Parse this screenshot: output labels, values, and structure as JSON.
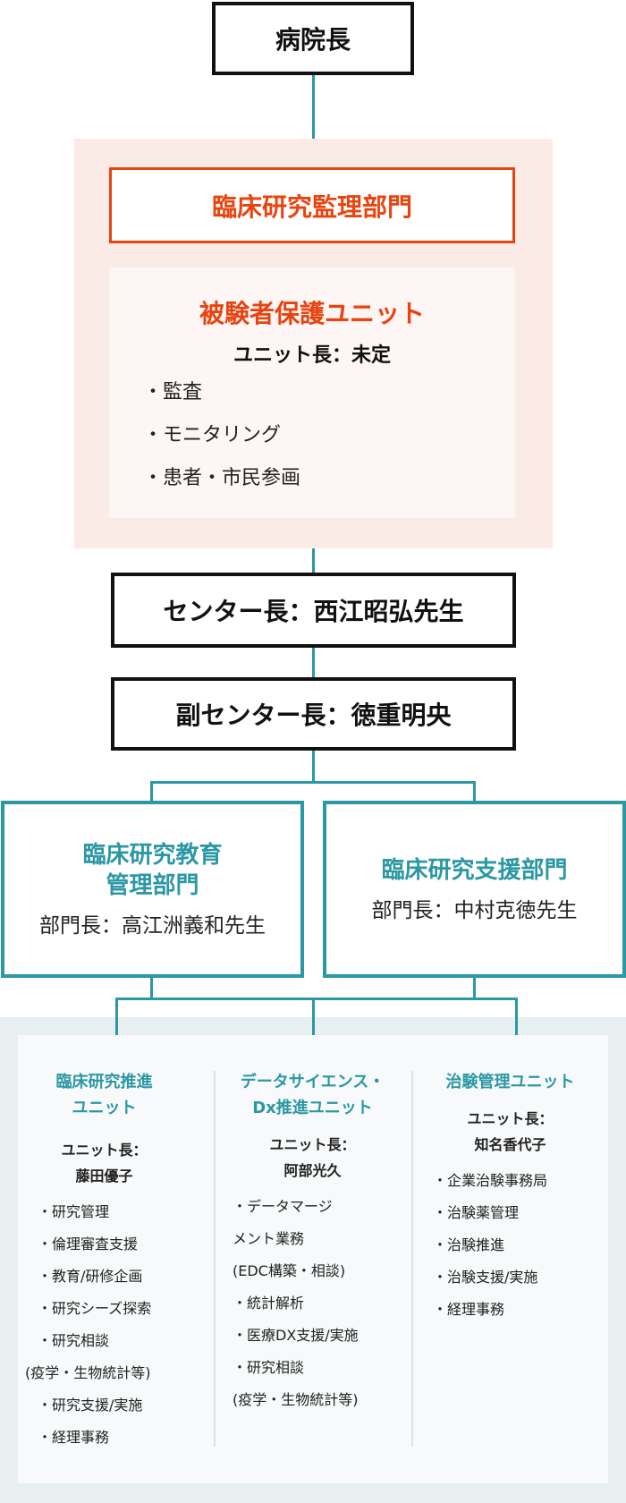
{
  "director": "病院長",
  "oversight": {
    "department": "臨床研究監理部門",
    "unit": {
      "title": "被験者保護ユニット",
      "lead": "ユニット長：未定",
      "items": [
        "・監査",
        "・モニタリング",
        "・患者・市民参画"
      ]
    }
  },
  "center_head": "センター長：西江昭弘先生",
  "vice_head": "副センター長：徳重明央",
  "departments": [
    {
      "title_lines": [
        "臨床研究教育",
        "管理部門"
      ],
      "head": "部門長：高江洲義和先生"
    },
    {
      "title_lines": [
        "臨床研究支援部門"
      ],
      "head": "部門長：中村克徳先生"
    }
  ],
  "units": [
    {
      "title_lines": [
        "臨床研究推進",
        "ユニット"
      ],
      "lead_lines": [
        "ユニット長：",
        "藤田優子"
      ],
      "items": [
        "・研究管理",
        "・倫理審査支援",
        "・教育/研修企画",
        "・研究シーズ探索",
        "・研究相談",
        "(疫学・生物統計等)",
        "・研究支援/実施",
        "・経理事務"
      ]
    },
    {
      "title_lines": [
        "データサイエンス・",
        "Dx推進ユニット"
      ],
      "lead_lines": [
        "ユニット長：",
        "阿部光久"
      ],
      "items": [
        "・データマージ",
        "メント業務",
        "(EDC構築・相談)",
        "・統計解析",
        "・医療DX支援/実施",
        "・研究相談",
        "(疫学・生物統計等)"
      ]
    },
    {
      "title_lines": [
        "治験管理ユニット"
      ],
      "lead_lines": [
        "ユニット長：",
        "知名香代子"
      ],
      "items": [
        "・企業治験事務局",
        "・治験薬管理",
        "・治験推進",
        "・治験支援/実施",
        "・経理事務"
      ]
    }
  ],
  "colors": {
    "teal": "#2b98a4",
    "orange": "#e8440f",
    "pink_bg": "#fbebe6",
    "gray_bg": "#e8eff0"
  }
}
